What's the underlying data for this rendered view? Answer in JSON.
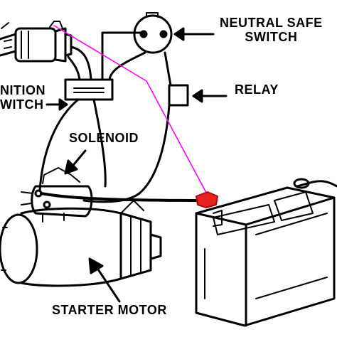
{
  "labels": {
    "neutral_safety_switch_line1": "NEUTRAL SAFE",
    "neutral_safety_switch_line2": "SWITCH",
    "relay": "RELAY",
    "ignition_switch_line1": "NITION",
    "ignition_switch_line2": "WITCH",
    "solenoid": "SOLENOID",
    "starter_motor": "STARTER MOTOR"
  },
  "colors": {
    "ink": "#000000",
    "background": "#ffffff",
    "highlight_wire": "#ff00ff",
    "battery_terminal": "#e8231e"
  }
}
